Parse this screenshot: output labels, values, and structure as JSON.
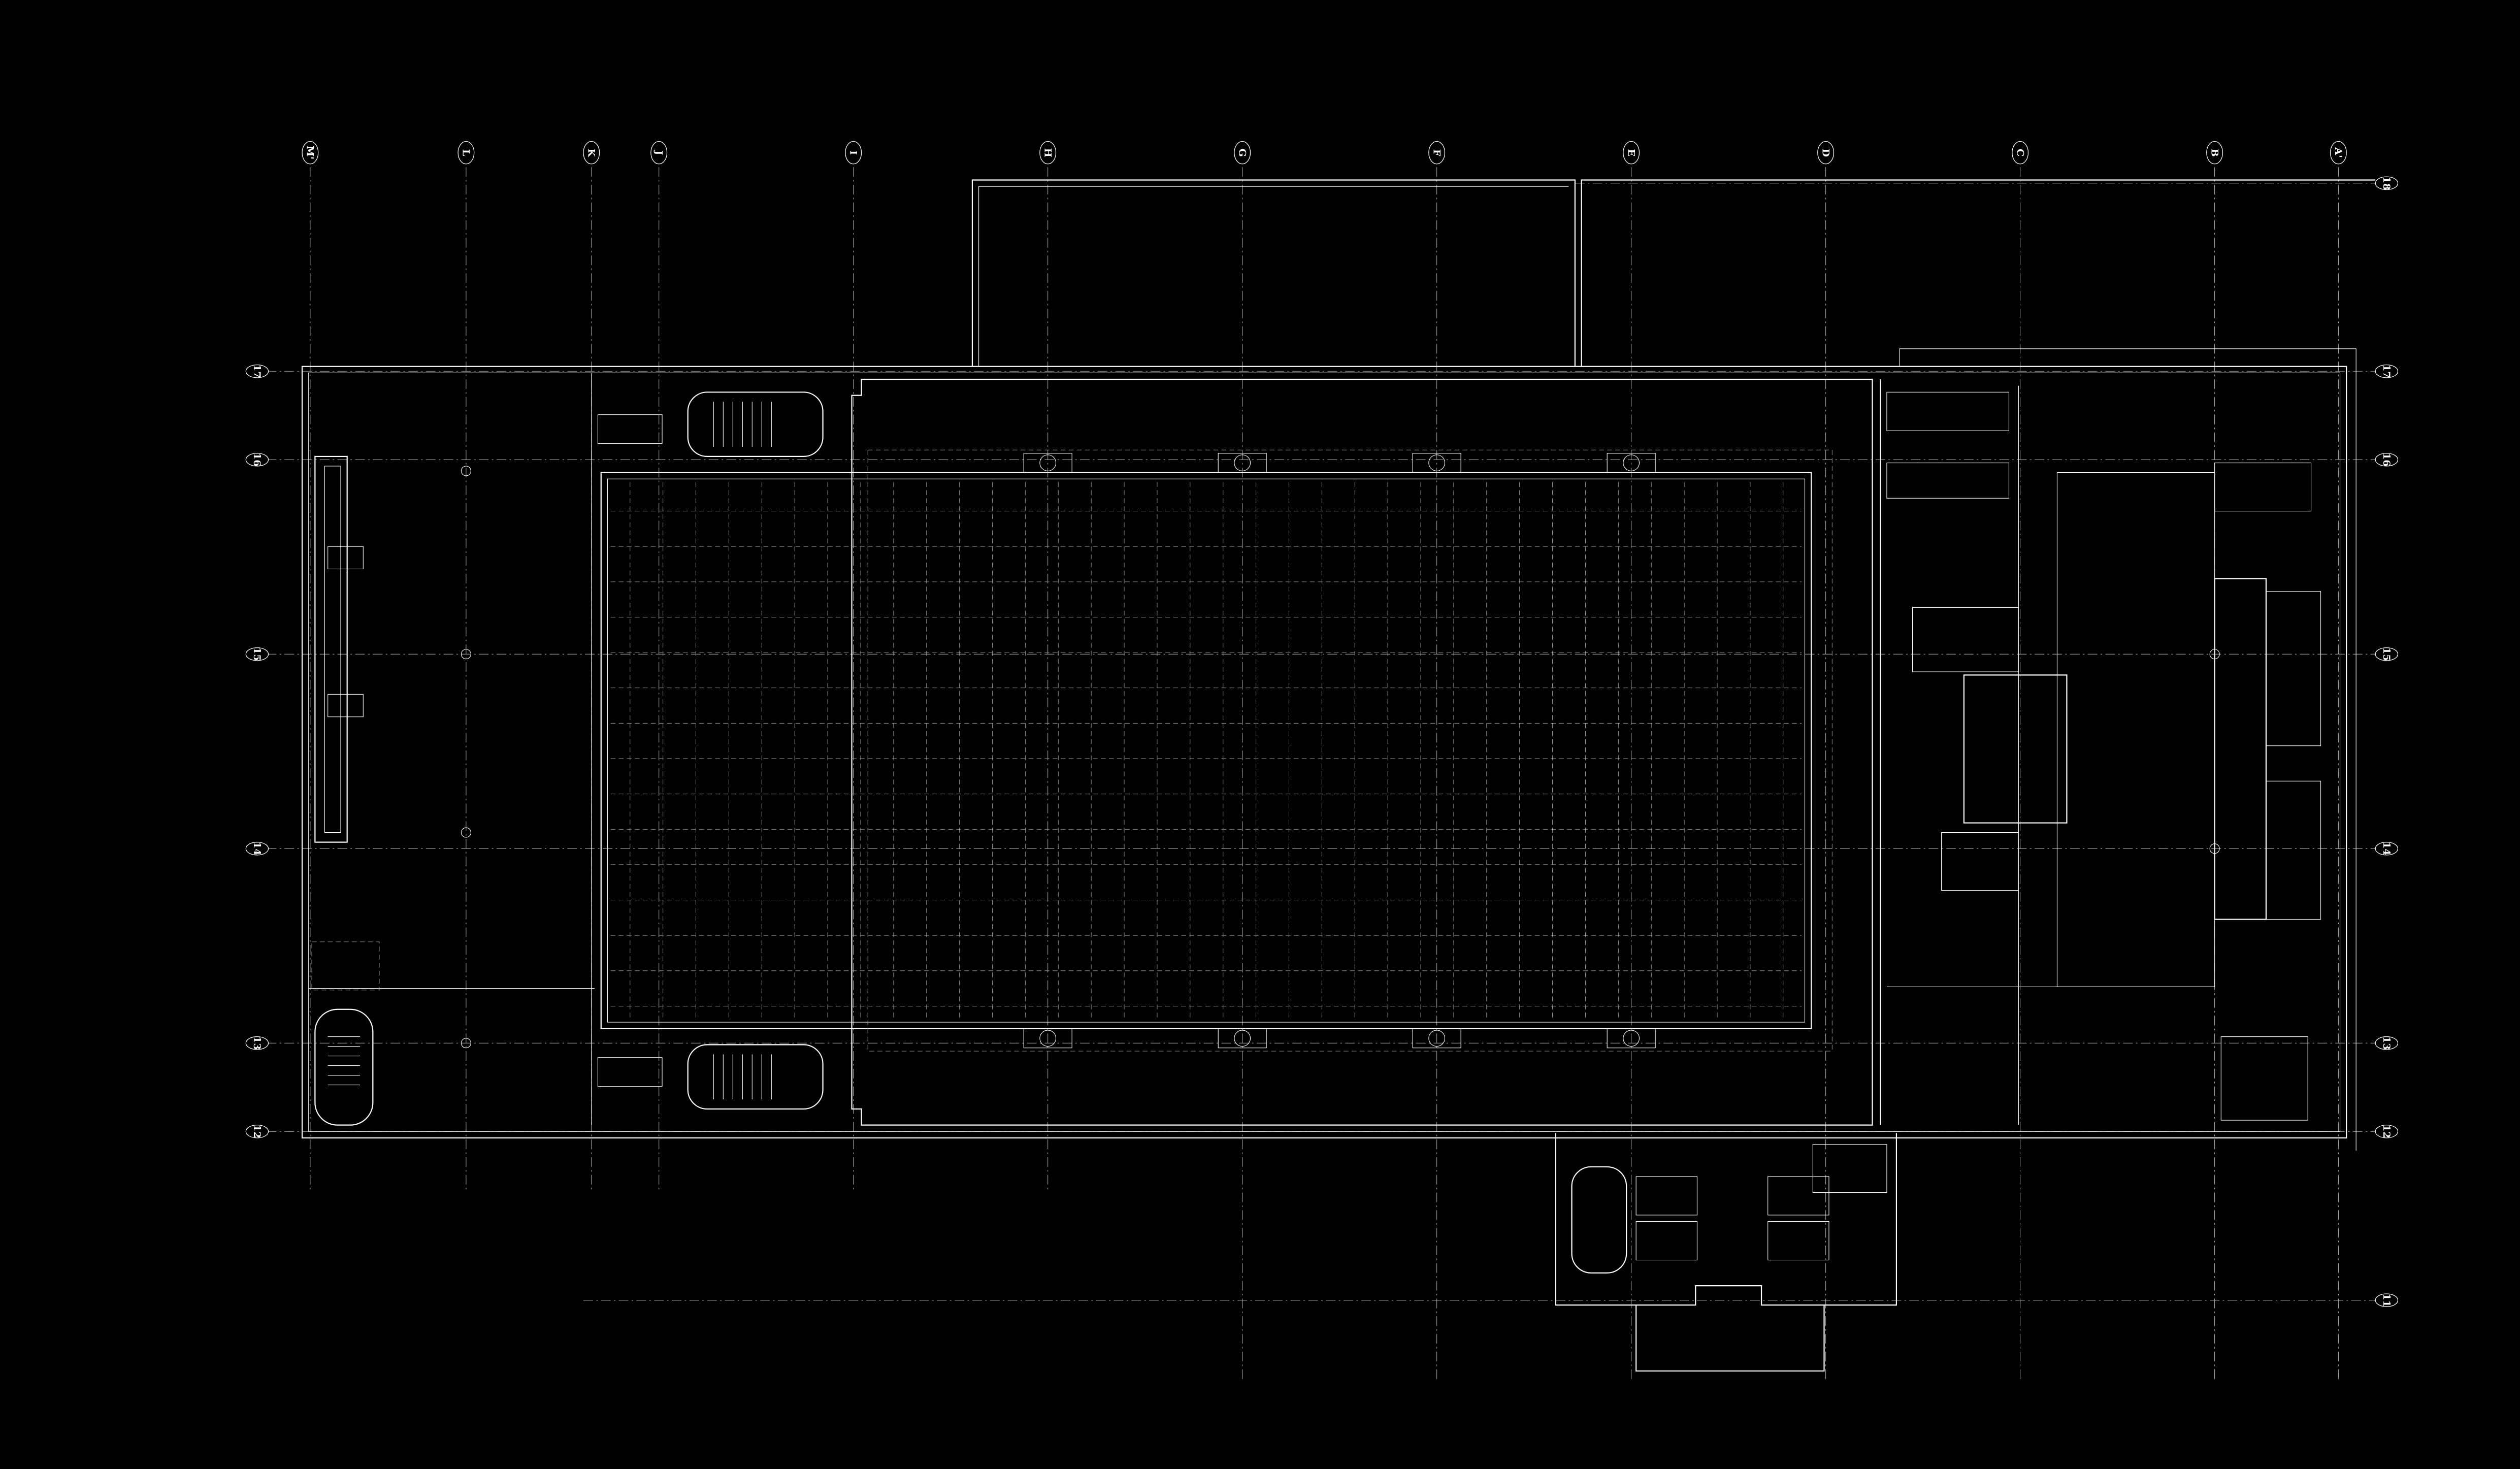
{
  "drawing": {
    "type": "architectural floor plan",
    "background": "#000000",
    "line_color": "#ffffff"
  },
  "grid": {
    "columns": [
      "M'",
      "L",
      "K",
      "J",
      "I",
      "H",
      "G",
      "F",
      "E",
      "D",
      "C",
      "B",
      "A'"
    ],
    "rows_left": [
      "17",
      "16",
      "15",
      "14",
      "13",
      "12"
    ],
    "rows_right": [
      "18",
      "17",
      "16",
      "15",
      "14",
      "13",
      "12",
      "11"
    ]
  }
}
